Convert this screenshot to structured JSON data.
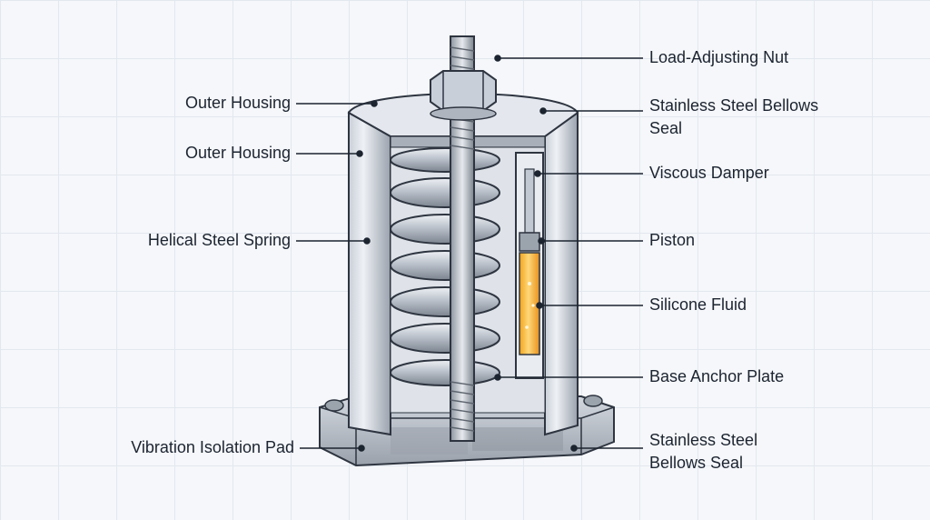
{
  "labels": {
    "left": [
      {
        "text": "Outer Housing"
      },
      {
        "text": "Outer Housing"
      },
      {
        "text": "Helical Steel Spring"
      },
      {
        "text": "Vibration Isolation Pad"
      }
    ],
    "right": [
      {
        "text": "Load-Adjusting Nut"
      },
      {
        "text": "Stainless Steel Bellows Seal"
      },
      {
        "text": "Viscous Damper"
      },
      {
        "text": "Piston"
      },
      {
        "text": "Silicone Fluid"
      },
      {
        "text": "Base Anchor Plate"
      },
      {
        "text": "Stainless Steel Bellows Seal"
      }
    ]
  },
  "colors": {
    "metal_light": "#e4e8ee",
    "metal_mid": "#b9c0ca",
    "metal_dark": "#7e8692",
    "outline": "#2e3540",
    "fluid": "#f5a623",
    "fluid_light": "#ffd87a",
    "leader": "#1c2430"
  },
  "icons": [
    "hex-nut-icon",
    "bolt-icon"
  ]
}
